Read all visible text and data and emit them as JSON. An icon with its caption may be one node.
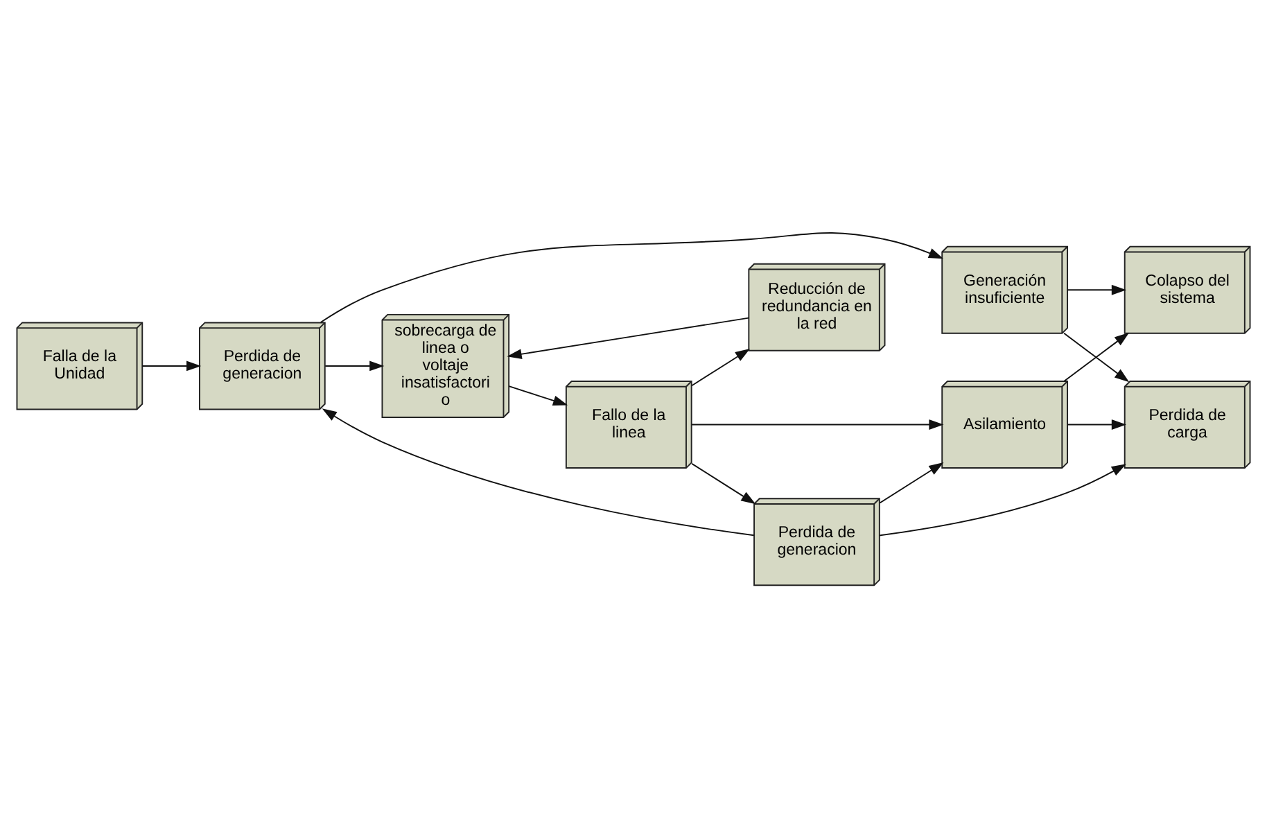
{
  "diagram": {
    "nodes": [
      {
        "text": [
          "Falla de la Unidad"
        ]
      },
      {
        "text": [
          "Perdida de generacion"
        ]
      },
      {
        "text": [
          "Generación insuficiente"
        ]
      },
      {
        "text": [
          "Perdida de carga"
        ]
      },
      {
        "text": [
          "Fallo de la linea"
        ]
      },
      {
        "text": [
          "Perdida de generacion"
        ]
      },
      {
        "text": [
          "Colapso del sistema"
        ]
      },
      {
        "text": [
          "Reducción de redundancia en la red"
        ]
      },
      {
        "text": [
          "sobrecarga de linea o voltaje insatisfactori o"
        ]
      },
      {
        "text": [
          "Asilamiento"
        ]
      }
    ],
    "edges": [
      {
        "from": 0,
        "to": 1,
        "arrow": "to"
      },
      {
        "from": 1,
        "to": 2,
        "arrow": "to"
      },
      {
        "from": 2,
        "to": 3,
        "arrow": "to"
      },
      {
        "from": 2,
        "to": 6,
        "arrow": "to"
      },
      {
        "from": 1,
        "to": 8,
        "arrow": "to"
      },
      {
        "from": 5,
        "to": 1,
        "arrow": "to"
      },
      {
        "from": 4,
        "to": 5,
        "arrow": "to"
      },
      {
        "from": 5,
        "to": 3,
        "arrow": "to"
      },
      {
        "from": 4,
        "to": 9,
        "arrow": "to"
      },
      {
        "from": 5,
        "to": 9,
        "arrow": "to"
      },
      {
        "from": 8,
        "to": 4,
        "arrow": "to"
      },
      {
        "from": 4,
        "to": 7,
        "arrow": "to"
      },
      {
        "from": 7,
        "to": 8,
        "arrow": "to"
      },
      {
        "from": 9,
        "to": 3,
        "arrow": "to"
      },
      {
        "from": 9,
        "to": 6,
        "arrow": "to"
      }
    ]
  }
}
